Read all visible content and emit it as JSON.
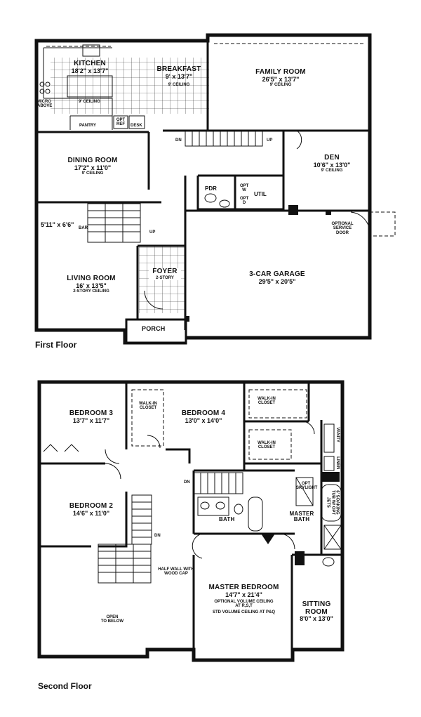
{
  "first_floor": {
    "caption": "First Floor",
    "rooms": {
      "kitchen": {
        "name": "KITCHEN",
        "dims": "18'2\" x 13'7\""
      },
      "breakfast": {
        "name": "BREAKFAST",
        "dims": "9' x 13'7\"",
        "ceiling": "9' CEILING"
      },
      "kitchen_ceiling": "9' CEILING",
      "family": {
        "name": "FAMILY ROOM",
        "dims": "26'5\" x 13'7\"",
        "ceiling": "9' CEILING"
      },
      "dining": {
        "name": "DINING ROOM",
        "dims": "17'2\" x 11'0\"",
        "ceiling": "9' CEILING"
      },
      "den": {
        "name": "DEN",
        "dims": "10'6\" x 13'0\"",
        "ceiling": "9' CEILING"
      },
      "living": {
        "name": "LIVING ROOM",
        "dims": "16' x 13'5\"",
        "ceiling": "2-STORY CEILING"
      },
      "living_nook": "5'11\" x 6'6\"",
      "foyer": {
        "name": "FOYER",
        "note": "2-STORY"
      },
      "garage": {
        "name": "3-CAR GARAGE",
        "dims": "29'5\" x 20'5\""
      },
      "porch": "PORCH"
    },
    "labels": {
      "pantry": "PANTRY",
      "opt_ref": "OPT REF",
      "desk": "DESK",
      "micro": "MICRO ABOVE",
      "dn": "DN",
      "up1": "UP",
      "up2": "UP",
      "pdr": "PDR",
      "util": "UTIL",
      "opt_w": "OPT W",
      "opt_d": "OPT D",
      "bar": "BAR",
      "opt_door": "OPTIONAL SERVICE DOOR"
    }
  },
  "second_floor": {
    "caption": "Second Floor",
    "rooms": {
      "bed3": {
        "name": "BEDROOM 3",
        "dims": "13'7\" x 11'7\""
      },
      "bed4": {
        "name": "BEDROOM 4",
        "dims": "13'0\" x 14'0\""
      },
      "bed2": {
        "name": "BEDROOM 2",
        "dims": "14'6\" x 11'0\""
      },
      "master": {
        "name": "MASTER BEDROOM",
        "dims": "14'7\" x 21'4\"",
        "note1": "OPTIONAL VOLUME CEILING",
        "note2": "AT R,S,T",
        "note3": "STD VOLUME CEILING AT P&Q"
      },
      "sitting": {
        "name": "SITTING",
        "name2": "ROOM",
        "dims": "8'0\" x 13'0\""
      },
      "master_bath": {
        "name": "MASTER",
        "name2": "BATH"
      },
      "bath": "BATH",
      "open": {
        "line1": "OPEN",
        "line2": "TO BELOW"
      }
    },
    "labels": {
      "walkin_b3": "WALK-IN CLOSET",
      "walkin1": "WALK-IN CLOSET",
      "walkin2": "WALK-IN CLOSET",
      "vanity": "VANITY",
      "linen": "LINEN",
      "skylight": "OPT SKYLIGHT",
      "tub": "6' SOAKING TUB W/ OPT JETS",
      "dn1": "DN",
      "dn2": "DN",
      "halfwall": "HALF WALL WITH WOOD CAP"
    }
  }
}
